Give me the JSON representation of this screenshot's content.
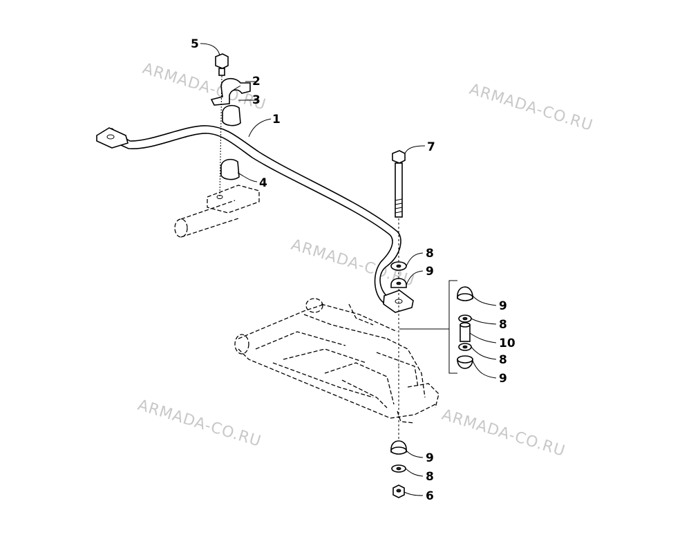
{
  "watermark": {
    "text": "ARMADA-CO.RU"
  },
  "callouts": {
    "c1": "1",
    "c2": "2",
    "c3": "3",
    "c4": "4",
    "c5": "5",
    "c6": "6",
    "c7": "7",
    "c8a": "8",
    "c9a": "9",
    "c9b": "9",
    "c8b": "8",
    "c10": "10",
    "c8c": "8",
    "c9c": "9",
    "c9d": "9",
    "c8d": "8"
  }
}
